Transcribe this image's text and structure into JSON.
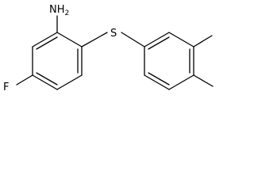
{
  "molecule": {
    "atoms": {
      "amine": {
        "symbol": "NH",
        "subscript": "2"
      },
      "sulfur": {
        "symbol": "S"
      },
      "fluorine": {
        "symbol": "F"
      }
    },
    "colors": {
      "bond": "#000000",
      "label": "#000000",
      "background": "#ffffff"
    }
  }
}
